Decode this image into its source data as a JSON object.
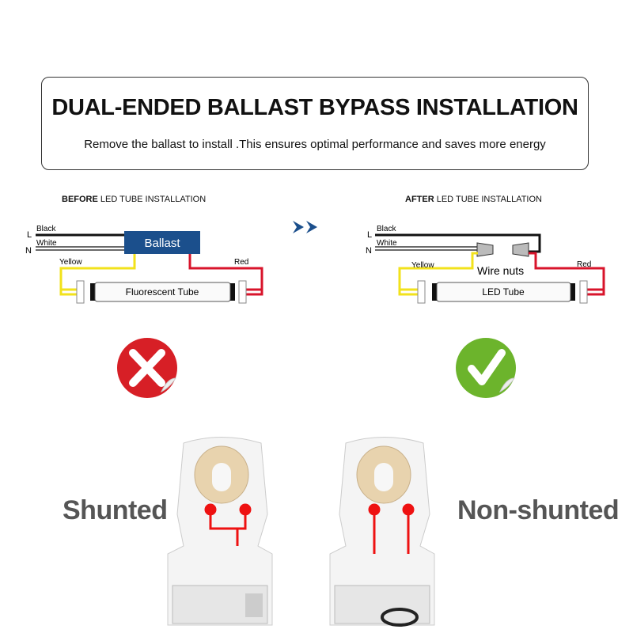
{
  "header": {
    "title": "DUAL-ENDED BALLAST BYPASS INSTALLATION",
    "subtitle": "Remove the ballast to install .This ensures optimal performance and saves more energy"
  },
  "before": {
    "label_bold": "BEFORE",
    "label_rest": " LED TUBE INSTALLATION",
    "L": "L",
    "N": "N",
    "black": "Black",
    "white": "White",
    "yellow": "Yellow",
    "red": "Red",
    "ballast": "Ballast",
    "tube": "Fluorescent Tube",
    "status_icon": "x-icon",
    "socket_label": "Shunted"
  },
  "after": {
    "label_bold": "AFTER",
    "label_rest": " LED TUBE INSTALLATION",
    "L": "L",
    "N": "N",
    "black": "Black",
    "white": "White",
    "yellow": "Yellow",
    "red": "Red",
    "wire_nuts": "Wire nuts",
    "tube": "LED Tube",
    "status_icon": "check-icon",
    "socket_label": "Non-shunted"
  },
  "colors": {
    "ballast": "#1b4f8c",
    "yellow_wire": "#f2e21b",
    "red_wire": "#d8142b",
    "arrow": "#1b4f8c",
    "bad": "#d71f26",
    "good": "#6cb42c",
    "label_gray": "#555555"
  }
}
